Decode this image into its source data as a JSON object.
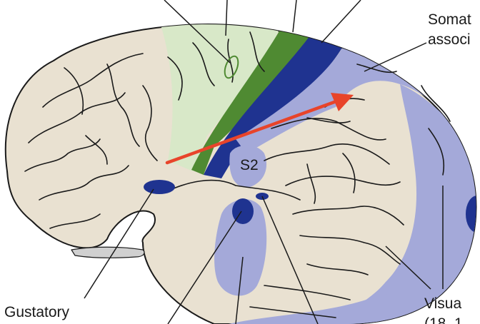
{
  "labels": {
    "somatic_line1": "Somat",
    "somatic_line2": "associ",
    "s2": "S2",
    "gustatory": "Gustatory",
    "visual_line1": "Visua",
    "visual_line2": "(18, 1"
  },
  "colors": {
    "brain_fill": "#e9e1d1",
    "light_green": "#d8e8c8",
    "dark_green": "#4f8a32",
    "dark_blue": "#1f3390",
    "light_purple": "#a4a9d9",
    "arrow_red": "#e8442a",
    "outline": "#1a1a1a"
  }
}
